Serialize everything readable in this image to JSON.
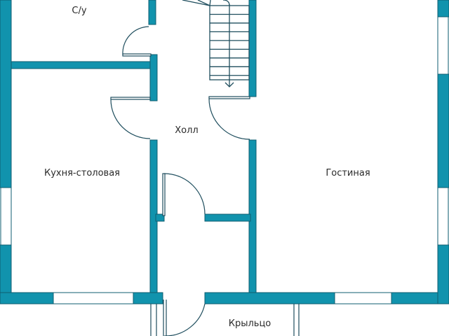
{
  "plan": {
    "title": "Floor plan",
    "colors": {
      "wall": "#1193ad",
      "wall_edge": "#0f5d70",
      "line": "#1f4e5e",
      "background": "#ffffff",
      "text": "#2a2a2a"
    },
    "rooms": [
      {
        "id": "bathroom",
        "label": "С/у"
      },
      {
        "id": "hall",
        "label": "Холл"
      },
      {
        "id": "kitchen",
        "label": "Кухня-столовая"
      },
      {
        "id": "living",
        "label": "Гостиная"
      },
      {
        "id": "porch",
        "label": "Крыльцо"
      }
    ],
    "stairs": {
      "steps": 8,
      "direction": "down"
    }
  }
}
